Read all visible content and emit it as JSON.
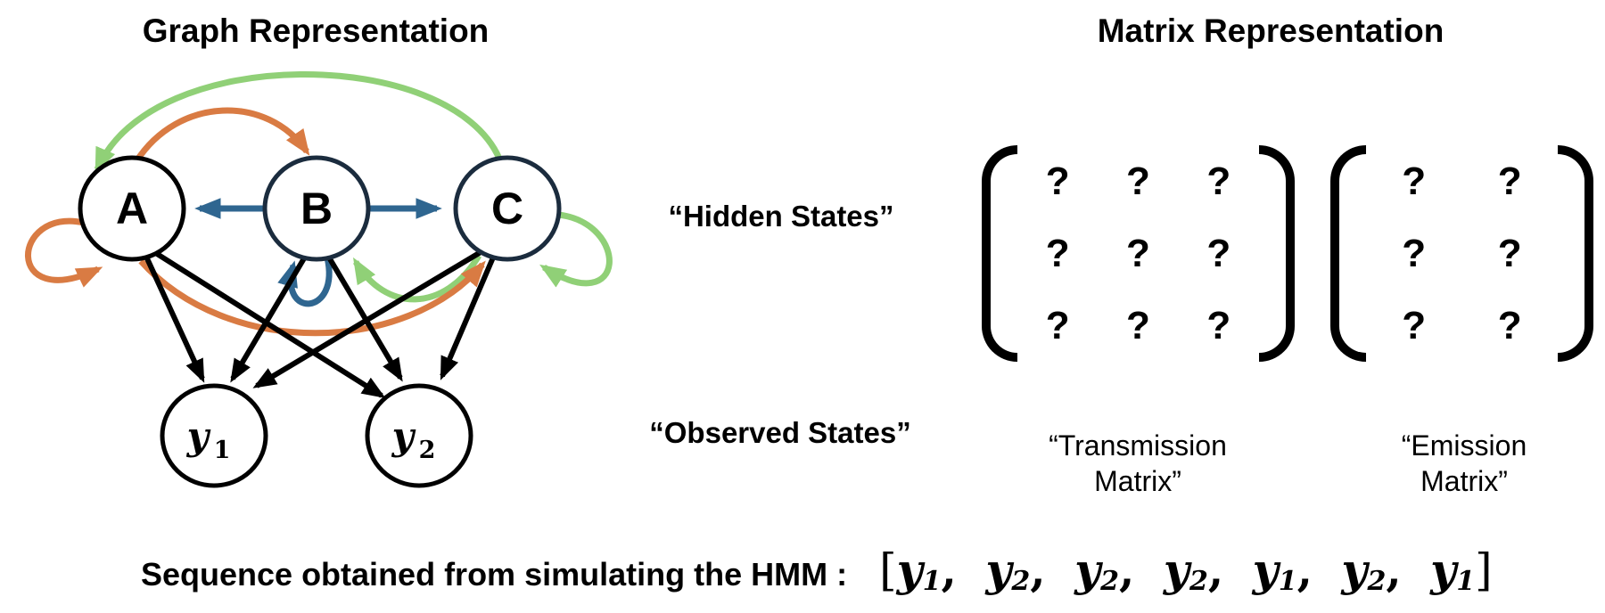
{
  "colors": {
    "orange": "#D97B43",
    "green": "#90D077",
    "blue": "#2F6690",
    "navy": "#1B2C3E",
    "black": "#000000"
  },
  "left_panel": {
    "title": "Graph Representation",
    "nodes": {
      "a": {
        "label": "A"
      },
      "b": {
        "label": "B"
      },
      "c": {
        "label": "C"
      },
      "y1": {
        "base": "y",
        "sub": "1"
      },
      "y2": {
        "base": "y",
        "sub": "2"
      }
    },
    "edges": [
      {
        "from": "C",
        "to": "A",
        "color": "green"
      },
      {
        "from": "A",
        "to": "B",
        "color": "orange"
      },
      {
        "from": "B",
        "to": "A",
        "color": "blue"
      },
      {
        "from": "B",
        "to": "C",
        "color": "blue"
      },
      {
        "from": "A",
        "to": "A",
        "color": "orange"
      },
      {
        "from": "B",
        "to": "B",
        "color": "blue"
      },
      {
        "from": "C",
        "to": "C",
        "color": "green"
      },
      {
        "from": "C",
        "to": "B",
        "color": "green"
      },
      {
        "from": "A",
        "to": "C",
        "color": "orange"
      },
      {
        "from": "A",
        "to": "y1",
        "color": "black"
      },
      {
        "from": "A",
        "to": "y2",
        "color": "black"
      },
      {
        "from": "B",
        "to": "y1",
        "color": "black"
      },
      {
        "from": "B",
        "to": "y2",
        "color": "black"
      },
      {
        "from": "C",
        "to": "y1",
        "color": "black"
      },
      {
        "from": "C",
        "to": "y2",
        "color": "black"
      }
    ]
  },
  "right_panel": {
    "title": "Matrix Representation",
    "hidden_states_label": "“Hidden States”",
    "observed_states_label": "“Observed States”",
    "transmission_matrix": {
      "rows": 3,
      "cols": 3,
      "cell": "?",
      "label_line1": "“Transmission",
      "label_line2": "Matrix”"
    },
    "emission_matrix": {
      "rows": 3,
      "cols": 2,
      "cell": "?",
      "label_line1": "“Emission",
      "label_line2": "Matrix”"
    }
  },
  "bottom": {
    "caption": "Sequence obtained from simulating the HMM :",
    "sequence": {
      "open": "[",
      "close": "]",
      "separator": ", ",
      "items": [
        {
          "base": "y",
          "sub": "1"
        },
        {
          "base": "y",
          "sub": "2"
        },
        {
          "base": "y",
          "sub": "2"
        },
        {
          "base": "y",
          "sub": "2"
        },
        {
          "base": "y",
          "sub": "1"
        },
        {
          "base": "y",
          "sub": "2"
        },
        {
          "base": "y",
          "sub": "1"
        }
      ]
    }
  }
}
